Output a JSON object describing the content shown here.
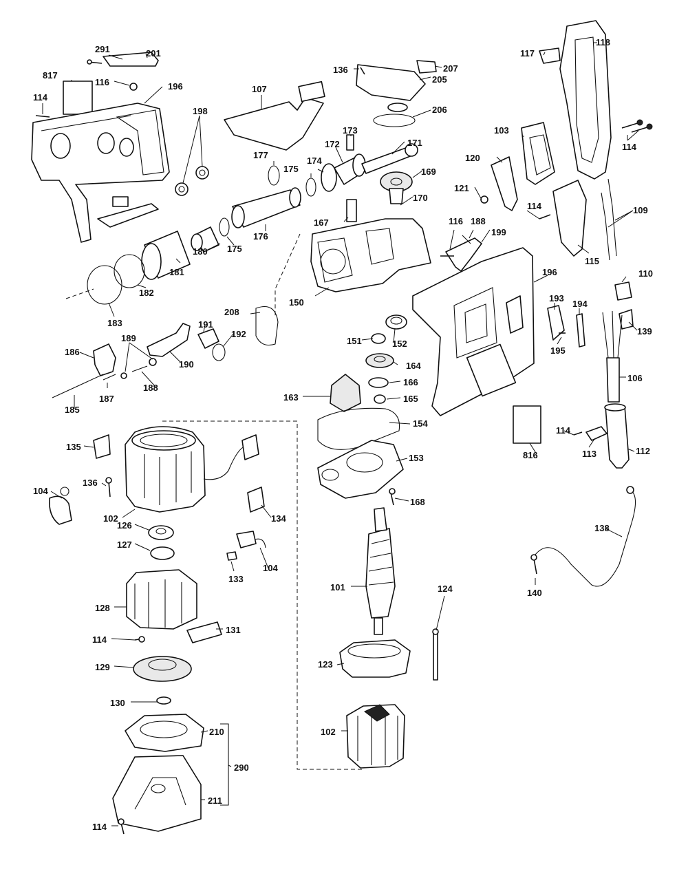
{
  "diagram": {
    "labels": {
      "l291": "291",
      "l201": "201",
      "l817": "817",
      "l114a": "114",
      "l116a": "116",
      "l196a": "196",
      "l198": "198",
      "l107": "107",
      "l136a": "136",
      "l207": "207",
      "l205": "205",
      "l206": "206",
      "l173": "173",
      "l171": "171",
      "l177": "177",
      "l172": "172",
      "l175a": "175",
      "l174": "174",
      "l169": "169",
      "l170": "170",
      "l167": "167",
      "l176": "176",
      "l175b": "175",
      "l180": "180",
      "l181": "181",
      "l182": "182",
      "l183": "183",
      "l150": "150",
      "l208": "208",
      "l116b": "116",
      "l188a": "188",
      "l199": "199",
      "l117": "117",
      "l118": "118",
      "l103": "103",
      "l120": "120",
      "l121": "121",
      "l114b": "114",
      "l114c": "114",
      "l109": "109",
      "l115": "115",
      "l196b": "196",
      "l110": "110",
      "l193": "193",
      "l194": "194",
      "l139": "139",
      "l195": "195",
      "l106": "106",
      "l186": "186",
      "l189": "189",
      "l190": "190",
      "l191": "191",
      "l192": "192",
      "l151": "151",
      "l152": "152",
      "l164": "164",
      "l166": "166",
      "l165": "165",
      "l163": "163",
      "l185": "185",
      "l187": "187",
      "l188b": "188",
      "l154": "154",
      "l135": "135",
      "l136b": "136",
      "l104a": "104",
      "l102a": "102",
      "l134": "134",
      "l153": "153",
      "l168": "168",
      "l816": "816",
      "l114d": "114",
      "l113": "113",
      "l112": "112",
      "l126": "126",
      "l127": "127",
      "l133": "133",
      "l104b": "104",
      "l138": "138",
      "l140": "140",
      "l101": "101",
      "l124": "124",
      "l128": "128",
      "l131": "131",
      "l114e": "114",
      "l123": "123",
      "l129": "129",
      "l130": "130",
      "l210": "210",
      "l102b": "102",
      "l290": "290",
      "l211": "211",
      "l114f": "114"
    }
  }
}
